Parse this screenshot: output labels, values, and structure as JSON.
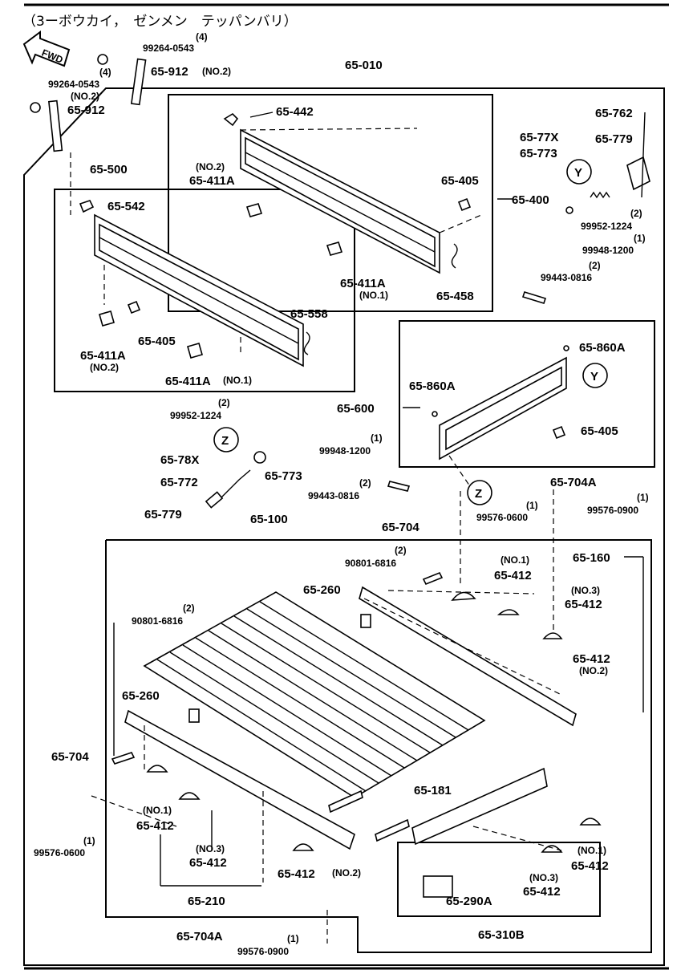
{
  "title": "（3ーボウカイ，　ゼンメン　テッパンバリ）",
  "fwd_label": "FWD",
  "callouts": {
    "zoom_y": "Y",
    "zoom_z": "Z"
  },
  "labels": {
    "l_99264a_q": "(4)",
    "l_99264a": "99264-0543",
    "l_912a_q": "(4)",
    "l_912a": "65-912",
    "l_912a_n": "(NO.2)",
    "l_99264b": "99264-0543",
    "l_912b_n": "(NO.2)",
    "l_912b": "65-912",
    "l_010": "65-010",
    "l_442": "65-442",
    "l_411a_top_n": "(NO.2)",
    "l_411a_top": "65-411A",
    "l_405_top": "65-405",
    "l_400": "65-400",
    "l_411a_mid": "65-411A",
    "l_411a_mid_n": "(NO.1)",
    "l_458": "65-458",
    "l_762": "65-762",
    "l_77x": "65-77X",
    "l_779_top": "65-779",
    "l_773_top": "65-773",
    "l_99952_top_q": "(2)",
    "l_99952_top": "99952-1224",
    "l_99948_top_q": "(1)",
    "l_99948_top": "99948-1200",
    "l_99443_top_q": "(2)",
    "l_99443_top": "99443-0816",
    "l_500": "65-500",
    "l_542": "65-542",
    "l_558": "65-558",
    "l_405_left": "65-405",
    "l_411a_left": "65-411A",
    "l_411a_left_n": "(NO.2)",
    "l_411a_bot": "65-411A",
    "l_411a_bot_n": "(NO.1)",
    "l_860a_r": "65-860A",
    "l_860a_l": "65-860A",
    "l_600": "65-600",
    "l_405_right": "65-405",
    "l_99952_mid_q": "(2)",
    "l_99952_mid": "99952-1224",
    "l_99948_mid_q": "(1)",
    "l_99948_mid": "99948-1200",
    "l_78x": "65-78X",
    "l_773_mid": "65-773",
    "l_772": "65-772",
    "l_779_mid": "65-779",
    "l_99443_mid_q": "(2)",
    "l_99443_mid": "99443-0816",
    "l_704a_top": "65-704A",
    "l_99576_0900_r_q": "(1)",
    "l_99576_0900_r": "99576-0900",
    "l_704_mid": "65-704",
    "l_99576_0600_mid_q": "(1)",
    "l_99576_0600_mid": "99576-0600",
    "l_100": "65-100",
    "l_160": "65-160",
    "l_90801_top_q": "(2)",
    "l_90801_top": "90801-6816",
    "l_412_n1_q": "(NO.1)",
    "l_412_n1": "65-412",
    "l_412_n3_q": "(NO.3)",
    "l_412_n3": "65-412",
    "l_412_n2": "65-412",
    "l_412_n2_q": "(NO.2)",
    "l_260_top": "65-260",
    "l_90801_left_q": "(2)",
    "l_90801_left": "90801-6816",
    "l_260_left": "65-260",
    "l_704_left": "65-704",
    "l_99576_0600_left_q": "(1)",
    "l_99576_0600_left": "99576-0600",
    "l_181": "65-181",
    "l_412_bl_n1_q": "(NO.1)",
    "l_412_bl_n1": "65-412",
    "l_412_bl_n3_q": "(NO.3)",
    "l_412_bl_n3": "65-412",
    "l_412_bc": "65-412",
    "l_412_bc_q": "(NO.2)",
    "l_210": "65-210",
    "l_412_br_n1_q": "(NO.1)",
    "l_412_br_n1": "65-412",
    "l_412_br_n3_q": "(NO.3)",
    "l_412_br_n3": "65-412",
    "l_290a": "65-290A",
    "l_310b": "65-310B",
    "l_704a_bot": "65-704A",
    "l_99576_0900_bot_q": "(1)",
    "l_99576_0900_bot": "99576-0900"
  }
}
